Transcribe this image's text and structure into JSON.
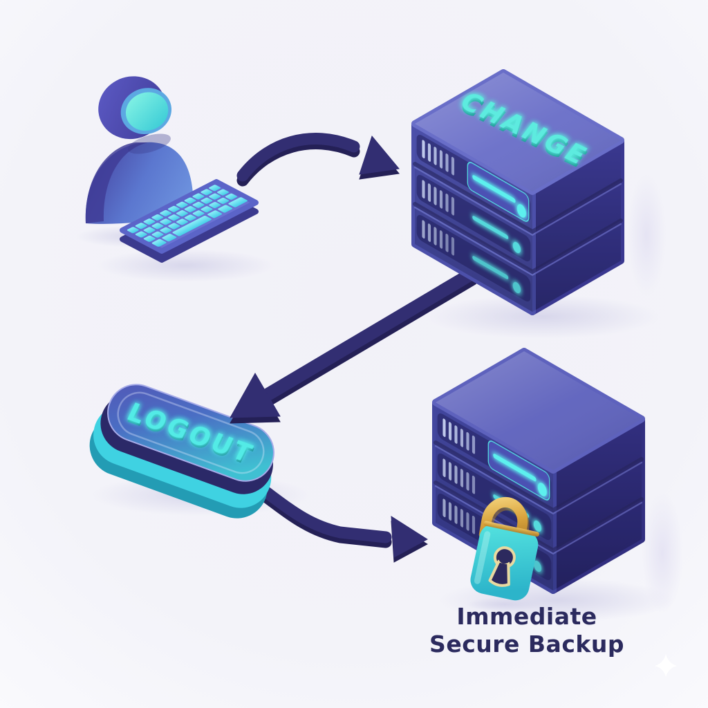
{
  "scene": {
    "background_color": "#f3f2f9",
    "caption": {
      "line1": "Immediate",
      "line2": "Secure Backup",
      "color": "#2b2a5e"
    }
  },
  "nodes": {
    "user_workstation": {
      "icon": "user-at-keyboard-icon"
    },
    "change_server": {
      "type": "server-stack",
      "tiers": 3,
      "label": "CHANGE",
      "label_color": "#5debdf"
    },
    "logout_button": {
      "type": "button",
      "label": "LOGOUT",
      "label_color": "#52ebe6"
    },
    "backup_server": {
      "type": "server-stack",
      "tiers": 3,
      "icon": "padlock-icon"
    }
  },
  "flow": [
    {
      "from": "user_workstation",
      "to": "change_server",
      "icon": "curved-arrow-right-icon"
    },
    {
      "from": "change_server",
      "to": "logout_button",
      "icon": "straight-arrow-down-left-icon"
    },
    {
      "from": "logout_button",
      "to": "backup_server",
      "icon": "curved-arrow-right-icon"
    }
  ],
  "decor": {
    "sparkle": {
      "icon": "sparkle-icon",
      "color": "#ffffff"
    }
  },
  "palette": {
    "server_top": "#696ec8",
    "server_front": "#4c50aa",
    "server_side": "#3a3890",
    "backup_top": "#5e62bd",
    "backup_front": "#42469e",
    "backup_side": "#322f80",
    "arrow_navy": "#322e72",
    "accent_cyan": "#52e8e8",
    "vent_slat": "#c7d2f2",
    "lock_teal": "#3fd2da",
    "lock_gold": "#d9a843",
    "keyboard_key": "#5cdcee",
    "head_face_teal": "#3bccd6",
    "caption_navy": "#2b2a5e"
  }
}
